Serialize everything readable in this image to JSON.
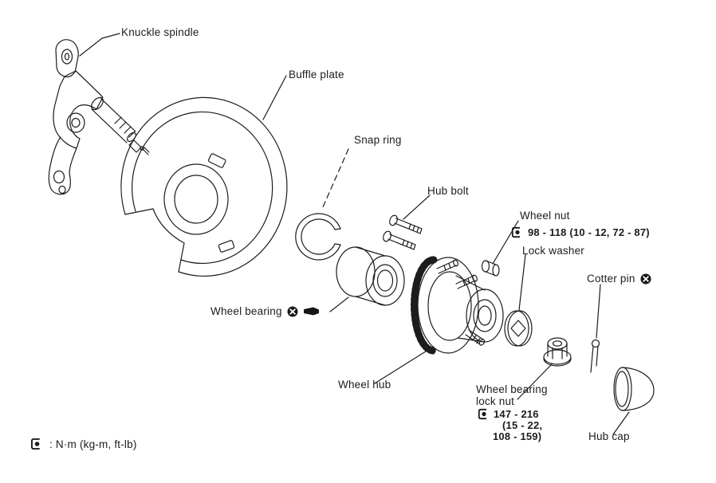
{
  "colors": {
    "background": "#ffffff",
    "ink": "#1c1c1c"
  },
  "callouts": {
    "knuckle_spindle": {
      "label": "Knuckle spindle"
    },
    "buffle_plate": {
      "label": "Buffle plate"
    },
    "snap_ring": {
      "label": "Snap ring"
    },
    "hub_bolt": {
      "label": "Hub bolt"
    },
    "wheel_nut": {
      "label": "Wheel nut",
      "torque": "98 - 118 (10 - 12, 72 - 87)"
    },
    "lock_washer": {
      "label": "Lock washer"
    },
    "cotter_pin": {
      "label": "Cotter pin"
    },
    "wheel_bearing": {
      "label": "Wheel bearing"
    },
    "wheel_hub": {
      "label": "Wheel hub"
    },
    "wheel_bearing_lock_nut": {
      "label_line1": "Wheel bearing",
      "label_line2": "lock nut",
      "torque_line1": "147 - 216",
      "torque_line2": "(15 - 22,",
      "torque_line3": "108 - 159)"
    },
    "hub_cap": {
      "label": "Hub cap"
    }
  },
  "legend": {
    "text": ": N·m (kg-m, ft-lb)"
  },
  "icons": {
    "torque_spec_icon": "open-square-with-dot",
    "non_reusable_icon": "filled-circle-x",
    "grease_icon": "black-tag"
  }
}
